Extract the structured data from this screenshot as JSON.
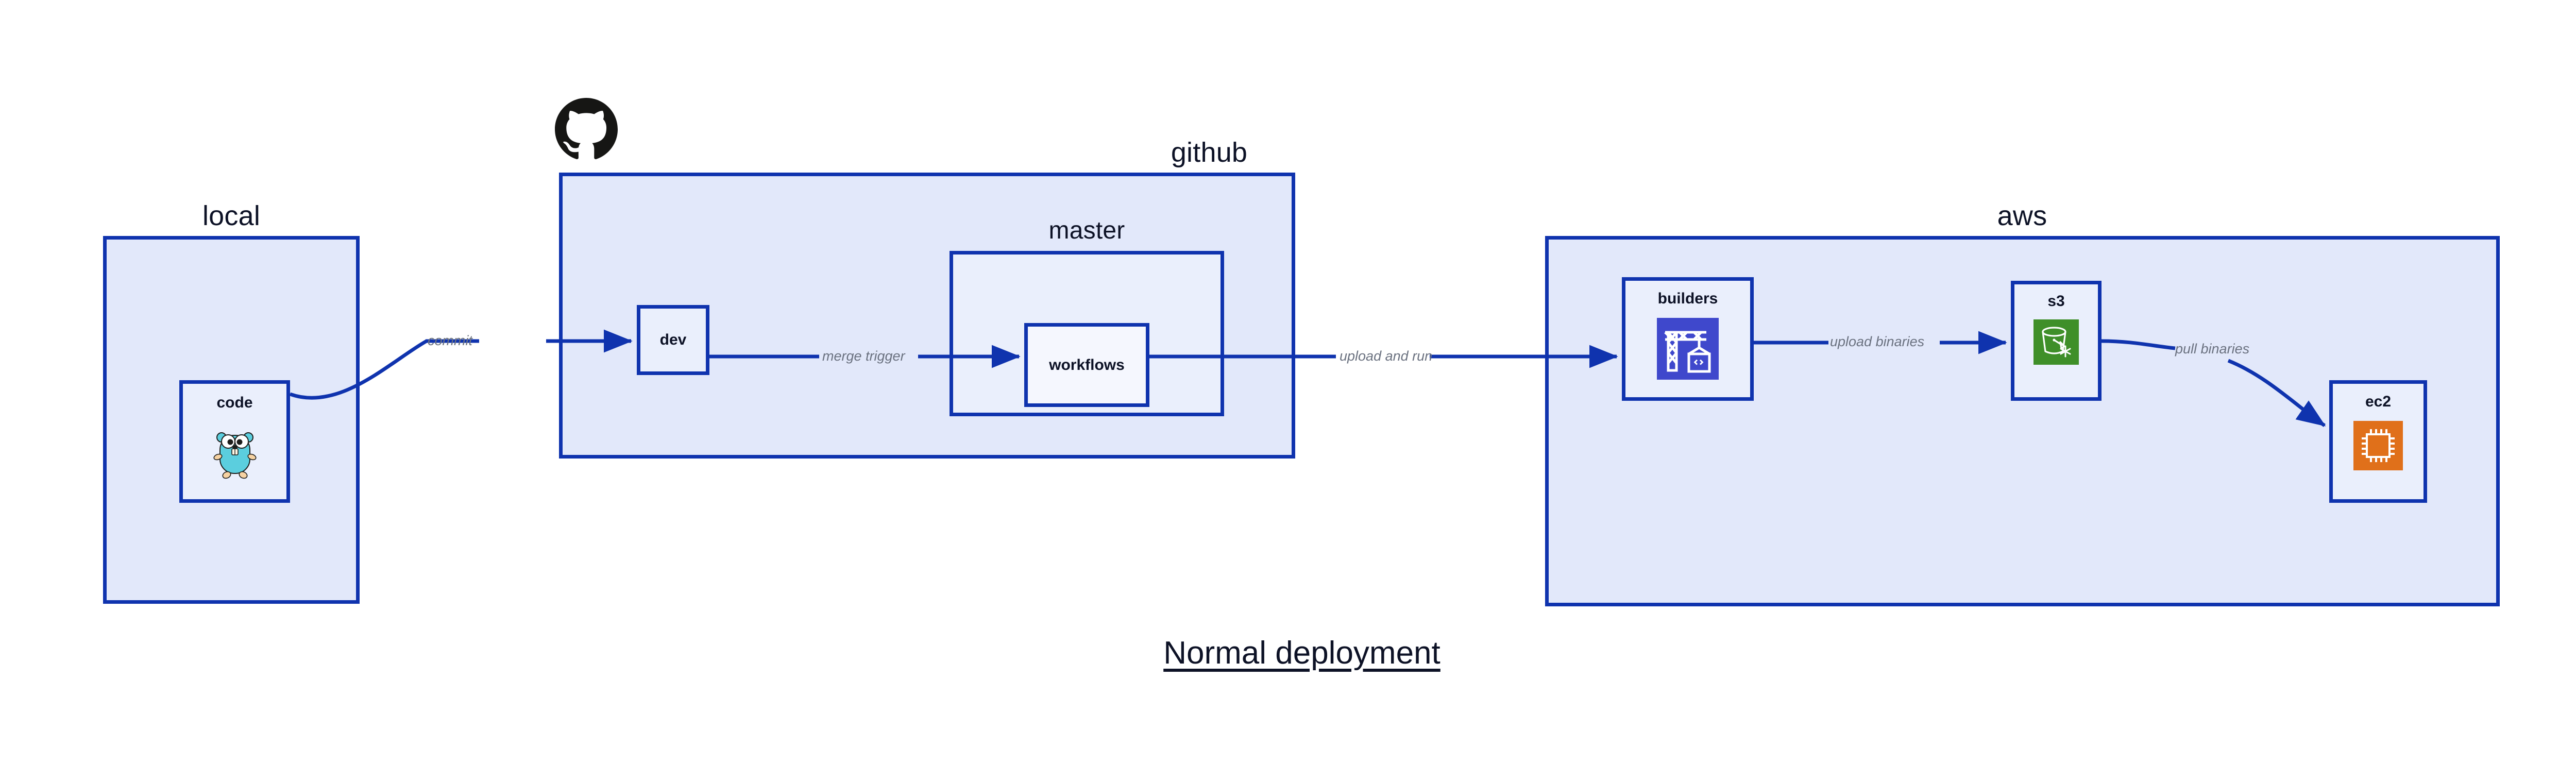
{
  "diagram": {
    "title": "Normal deployment",
    "accent_border": "#0f33ae",
    "group_fill": "#e2e8fa",
    "node_fill": "#eaeffc",
    "edge_label_color": "#6b7280",
    "text_color": "#0d1226"
  },
  "groups": [
    {
      "id": "local",
      "label": "local"
    },
    {
      "id": "github",
      "label": "github"
    },
    {
      "id": "master",
      "label": "master"
    },
    {
      "id": "aws",
      "label": "aws"
    }
  ],
  "nodes": [
    {
      "id": "code",
      "label": "code",
      "icon": "go-gopher-icon",
      "icon_color": "#5bcede"
    },
    {
      "id": "dev",
      "label": "dev",
      "icon": "none",
      "icon_color": ""
    },
    {
      "id": "workflows",
      "label": "workflows",
      "icon": "none",
      "icon_color": ""
    },
    {
      "id": "builders",
      "label": "builders",
      "icon": "aws-codebuild-icon",
      "icon_color": "#3f48cc"
    },
    {
      "id": "s3",
      "label": "s3",
      "icon": "aws-s3-glacier-icon",
      "icon_color": "#3f8f29"
    },
    {
      "id": "ec2",
      "label": "ec2",
      "icon": "aws-ec2-icon",
      "icon_color": "#e0701a"
    }
  ],
  "edges": [
    {
      "id": "code-to-dev",
      "from": "code",
      "to": "dev",
      "label": "commit"
    },
    {
      "id": "dev-to-workflows",
      "from": "dev",
      "to": "workflows",
      "label": "merge trigger"
    },
    {
      "id": "workflows-to-aws",
      "from": "workflows",
      "to": "builders",
      "label": "upload and run"
    },
    {
      "id": "builders-to-s3",
      "from": "builders",
      "to": "s3",
      "label": "upload binaries"
    },
    {
      "id": "s3-to-ec2",
      "from": "s3",
      "to": "ec2",
      "label": "pull binaries"
    }
  ],
  "logos": [
    {
      "id": "github-logo",
      "name": "github-octocat-logo",
      "color": "#161614"
    }
  ]
}
